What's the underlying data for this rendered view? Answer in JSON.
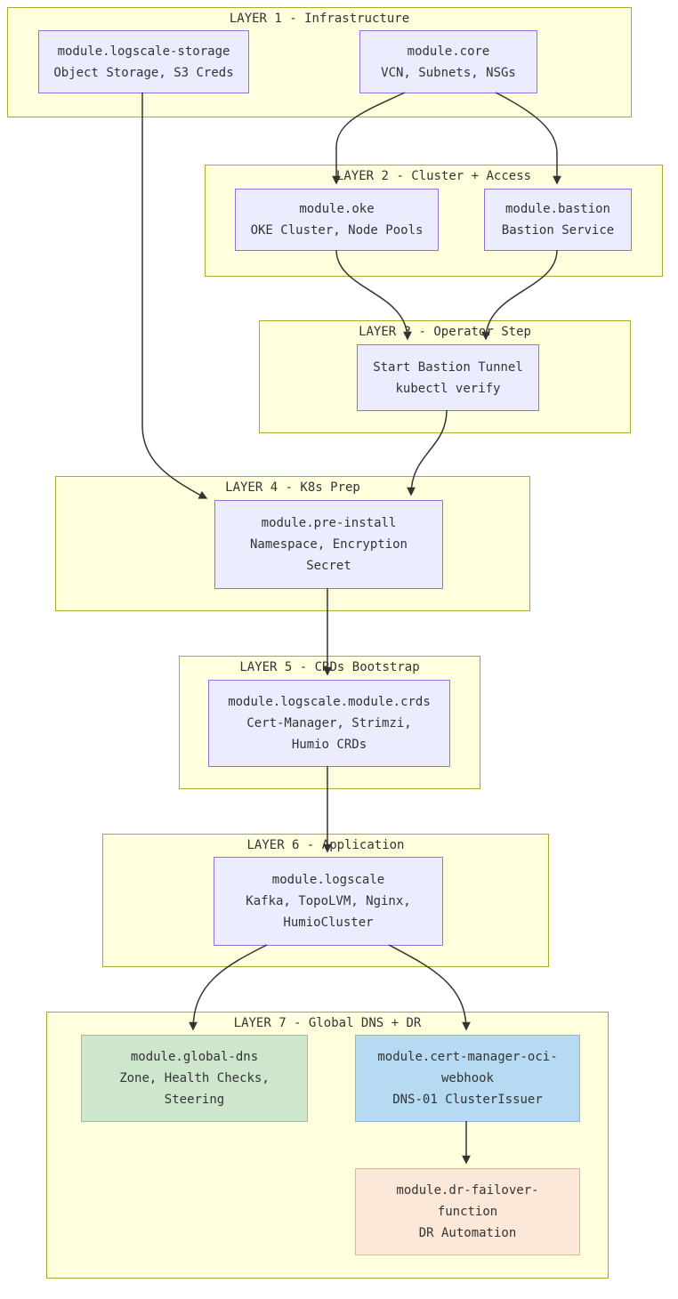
{
  "diagram": {
    "layers": [
      {
        "title": "LAYER 1 - Infrastructure"
      },
      {
        "title": "LAYER 2 - Cluster + Access"
      },
      {
        "title": "LAYER 3 - Operator Step"
      },
      {
        "title": "LAYER 4 - K8s Prep"
      },
      {
        "title": "LAYER 5 - CRDs Bootstrap"
      },
      {
        "title": "LAYER 6 - Application"
      },
      {
        "title": "LAYER 7 - Global DNS + DR"
      }
    ],
    "nodes": {
      "storage": {
        "lines": [
          "module.logscale-storage",
          "Object Storage, S3 Creds"
        ]
      },
      "core": {
        "lines": [
          "module.core",
          "VCN, Subnets, NSGs"
        ]
      },
      "oke": {
        "lines": [
          "module.oke",
          "OKE Cluster, Node Pools"
        ]
      },
      "bastion": {
        "lines": [
          "module.bastion",
          "Bastion Service"
        ]
      },
      "tunnel": {
        "lines": [
          "Start Bastion Tunnel",
          "kubectl verify"
        ]
      },
      "preinstall": {
        "lines": [
          "module.pre-install",
          "Namespace, Encryption",
          "Secret"
        ]
      },
      "crds": {
        "lines": [
          "module.logscale.module.crds",
          "Cert-Manager, Strimzi,",
          "Humio CRDs"
        ]
      },
      "logscale": {
        "lines": [
          "module.logscale",
          "Kafka, TopoLVM, Nginx,",
          "HumioCluster"
        ]
      },
      "globaldns": {
        "lines": [
          "module.global-dns",
          "Zone, Health Checks,",
          "Steering"
        ]
      },
      "webhook": {
        "lines": [
          "module.cert-manager-oci-",
          "webhook",
          "DNS-01 ClusterIssuer"
        ]
      },
      "drfailover": {
        "lines": [
          "module.dr-failover-",
          "function",
          "DR Automation"
        ]
      }
    },
    "colors": {
      "layer_fill": "#ffffde",
      "layer_border": "#aaaa33",
      "node_fill": "#ececff",
      "node_border": "#9370db",
      "green_node_fill": "#cde6cc",
      "blue_node_fill": "#b5daf2",
      "peach_node_fill": "#fbe8d9",
      "edge": "#333333"
    }
  }
}
